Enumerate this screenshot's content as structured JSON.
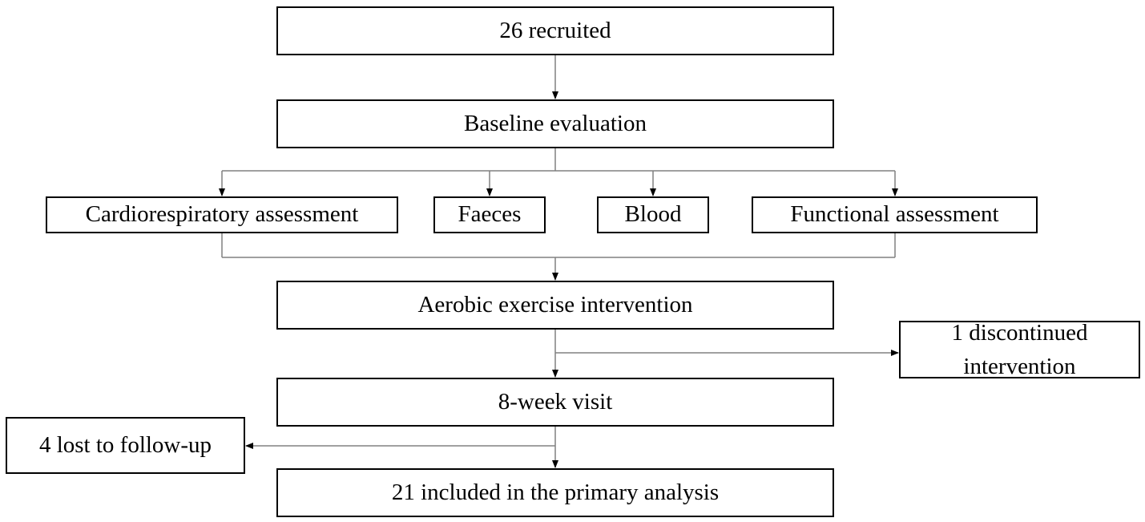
{
  "nodes": {
    "recruited": "26 recruited",
    "baseline": "Baseline evaluation",
    "cardio": "Cardiorespiratory assessment",
    "faeces": "Faeces",
    "blood": "Blood",
    "functional": "Functional assessment",
    "aerobic": "Aerobic exercise intervention",
    "discontinued_line1": "1 discontinued",
    "discontinued_line2": "intervention",
    "visit8": "8-week visit",
    "lost": "4 lost to follow-up",
    "included": "21 included in the primary analysis"
  },
  "colors": {
    "line": "#808080",
    "box_border": "#000000",
    "background": "#ffffff"
  }
}
